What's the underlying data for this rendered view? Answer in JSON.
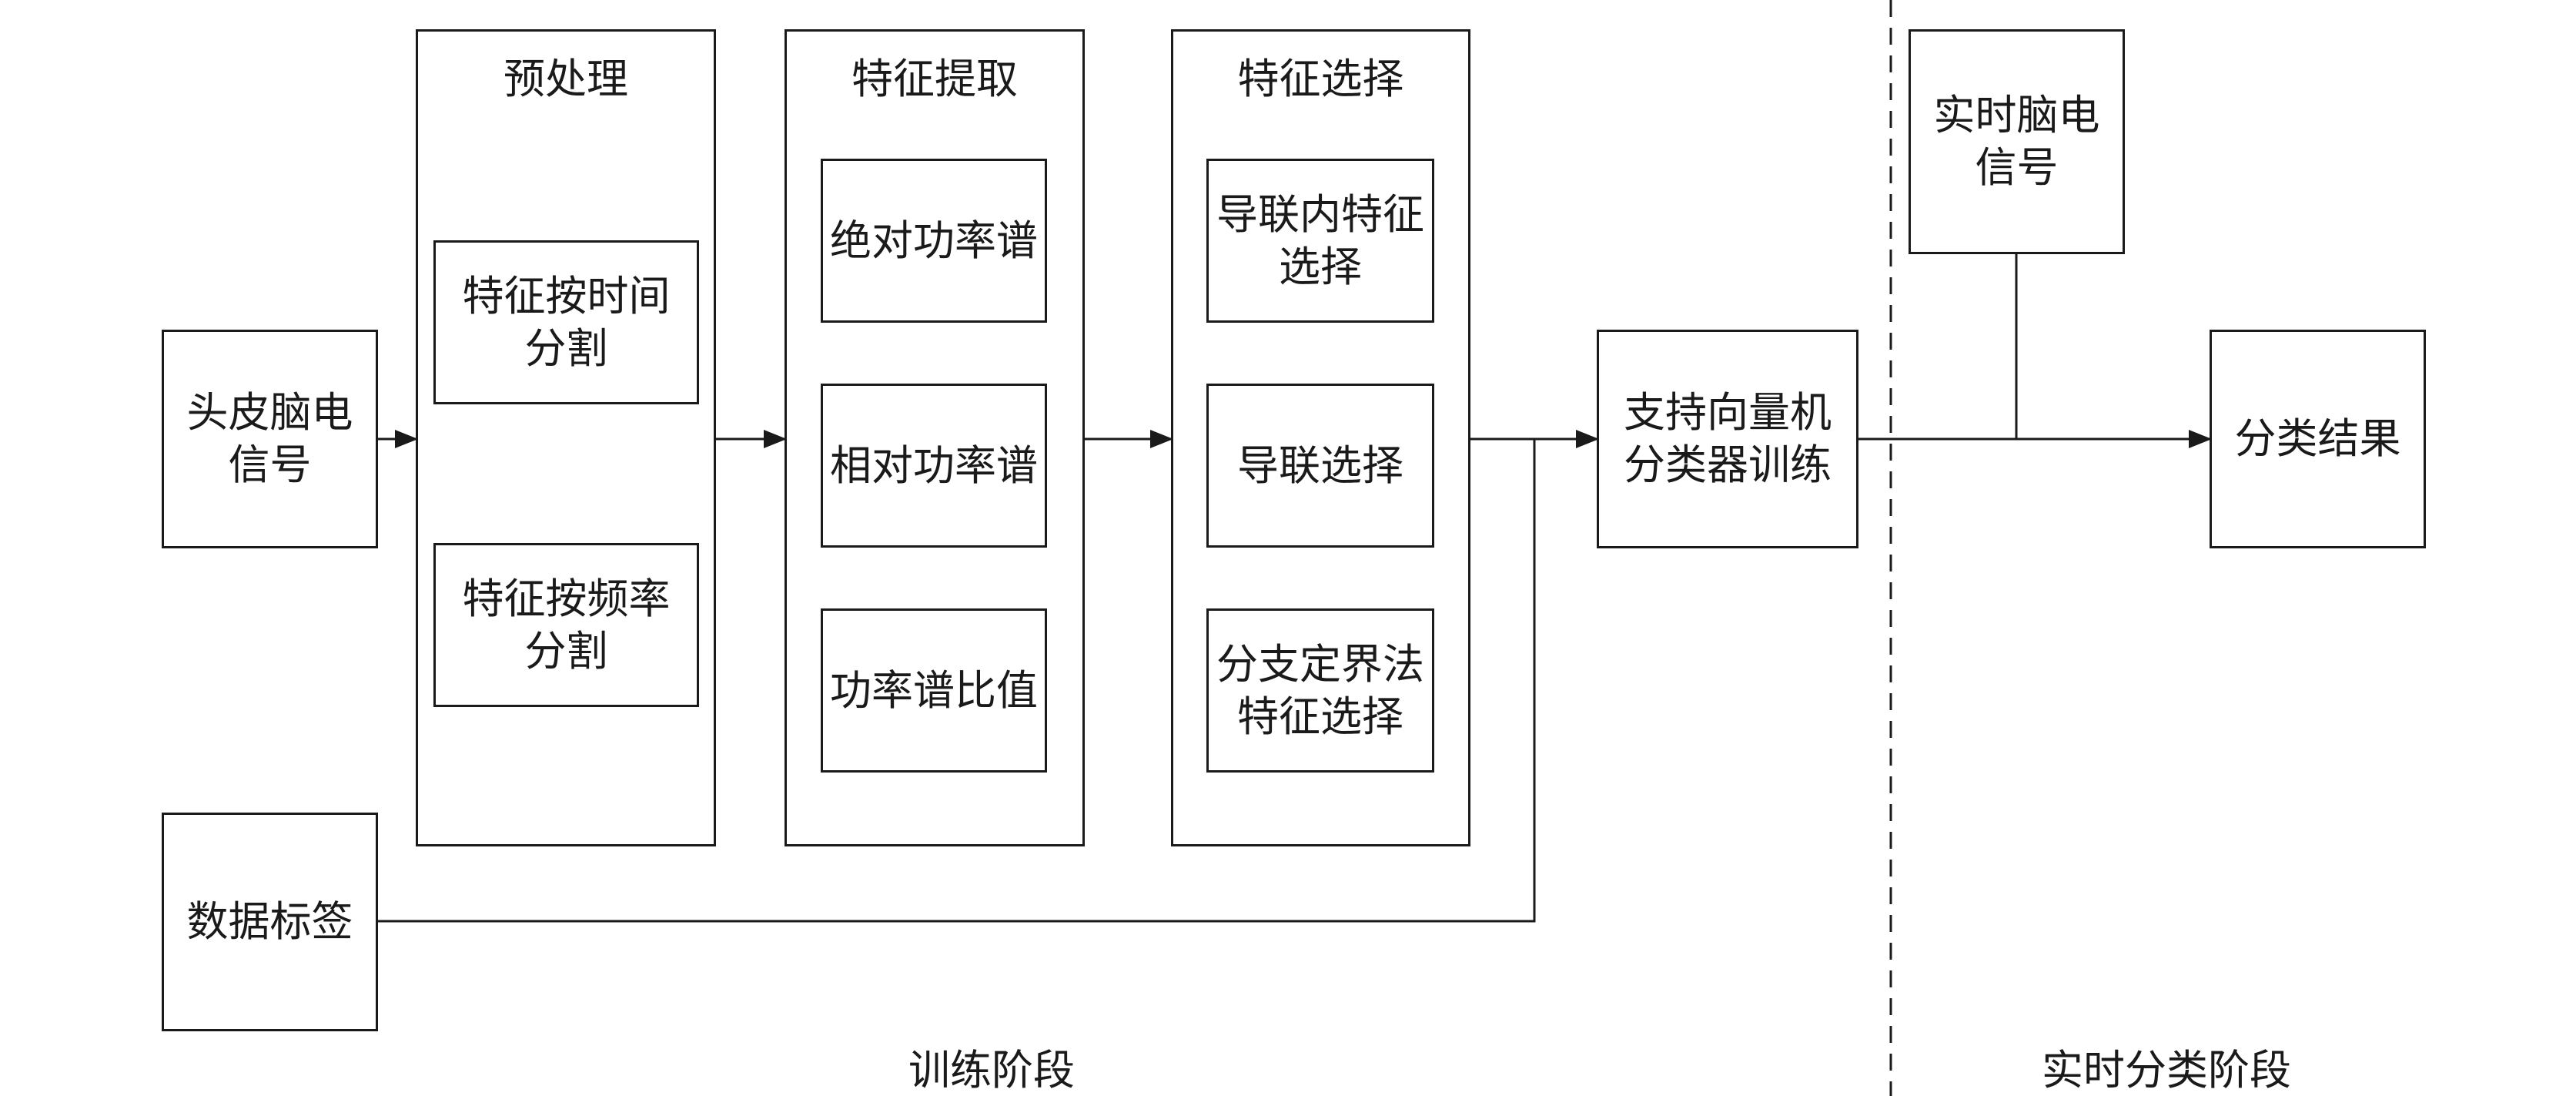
{
  "nodes": {
    "scalp_eeg": "头皮脑电\n信号",
    "data_label": "数据标签",
    "svm_training": "支持向量机\n分类器训练",
    "realtime_eeg": "实时脑电\n信号",
    "classification_result": "分类结果"
  },
  "groups": {
    "preprocessing": {
      "title": "预处理",
      "items": [
        "特征按时间\n分割",
        "特征按频率\n分割"
      ]
    },
    "feature_extraction": {
      "title": "特征提取",
      "items": [
        "绝对功率谱",
        "相对功率谱",
        "功率谱比值"
      ]
    },
    "feature_selection": {
      "title": "特征选择",
      "items": [
        "导联内特征\n选择",
        "导联选择",
        "分支定界法\n特征选择"
      ]
    }
  },
  "stages": {
    "training": "训练阶段",
    "realtime": "实时分类阶段"
  }
}
